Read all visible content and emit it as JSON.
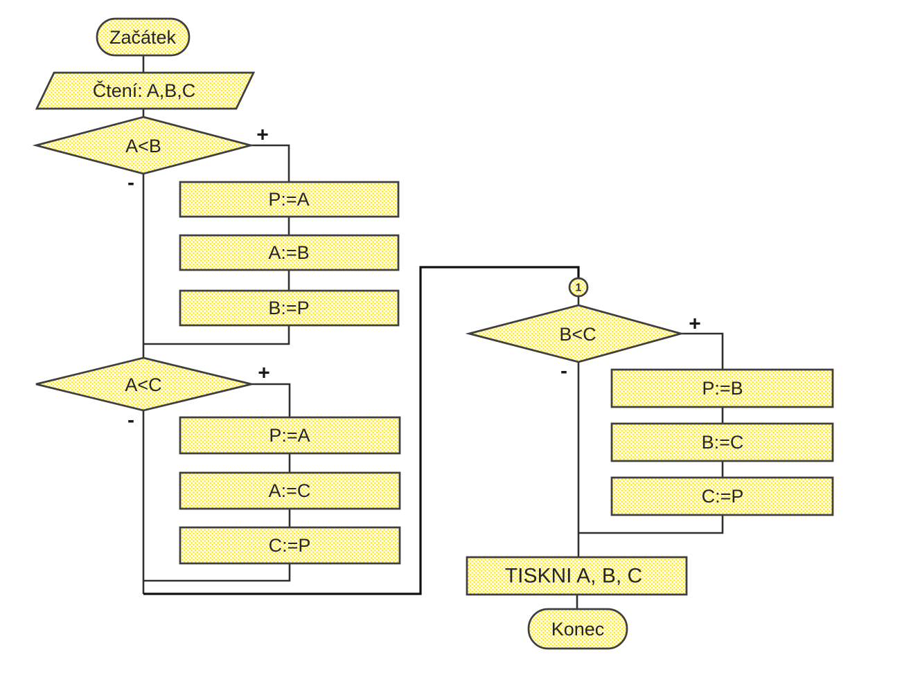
{
  "colors": {
    "shape_fill_base": "#fffef4",
    "shape_fill_dots": "#ffe70a",
    "shape_border": "#3f3f3f",
    "connector_line": "#2f2f2f",
    "text": "#252525"
  },
  "labels": {
    "plus": "+",
    "minus": "-"
  },
  "nodes": {
    "start": {
      "type": "terminator",
      "label": "Začátek"
    },
    "read": {
      "type": "input-output",
      "label": "Čtení: A,B,C"
    },
    "d1": {
      "type": "decision",
      "label": "A<B"
    },
    "p1": {
      "type": "process",
      "label": "P:=A"
    },
    "p2": {
      "type": "process",
      "label": "A:=B"
    },
    "p3": {
      "type": "process",
      "label": "B:=P"
    },
    "d2": {
      "type": "decision",
      "label": "A<C"
    },
    "p4": {
      "type": "process",
      "label": "P:=A"
    },
    "p5": {
      "type": "process",
      "label": "A:=C"
    },
    "p6": {
      "type": "process",
      "label": "C:=P"
    },
    "c1": {
      "type": "connector",
      "label": "1"
    },
    "d3": {
      "type": "decision",
      "label": "B<C"
    },
    "p7": {
      "type": "process",
      "label": "P:=B"
    },
    "p8": {
      "type": "process",
      "label": "B:=C"
    },
    "p9": {
      "type": "process",
      "label": "C:=P"
    },
    "print": {
      "type": "process",
      "label": "TISKNI A, B, C"
    },
    "end": {
      "type": "terminator",
      "label": "Konec"
    }
  }
}
